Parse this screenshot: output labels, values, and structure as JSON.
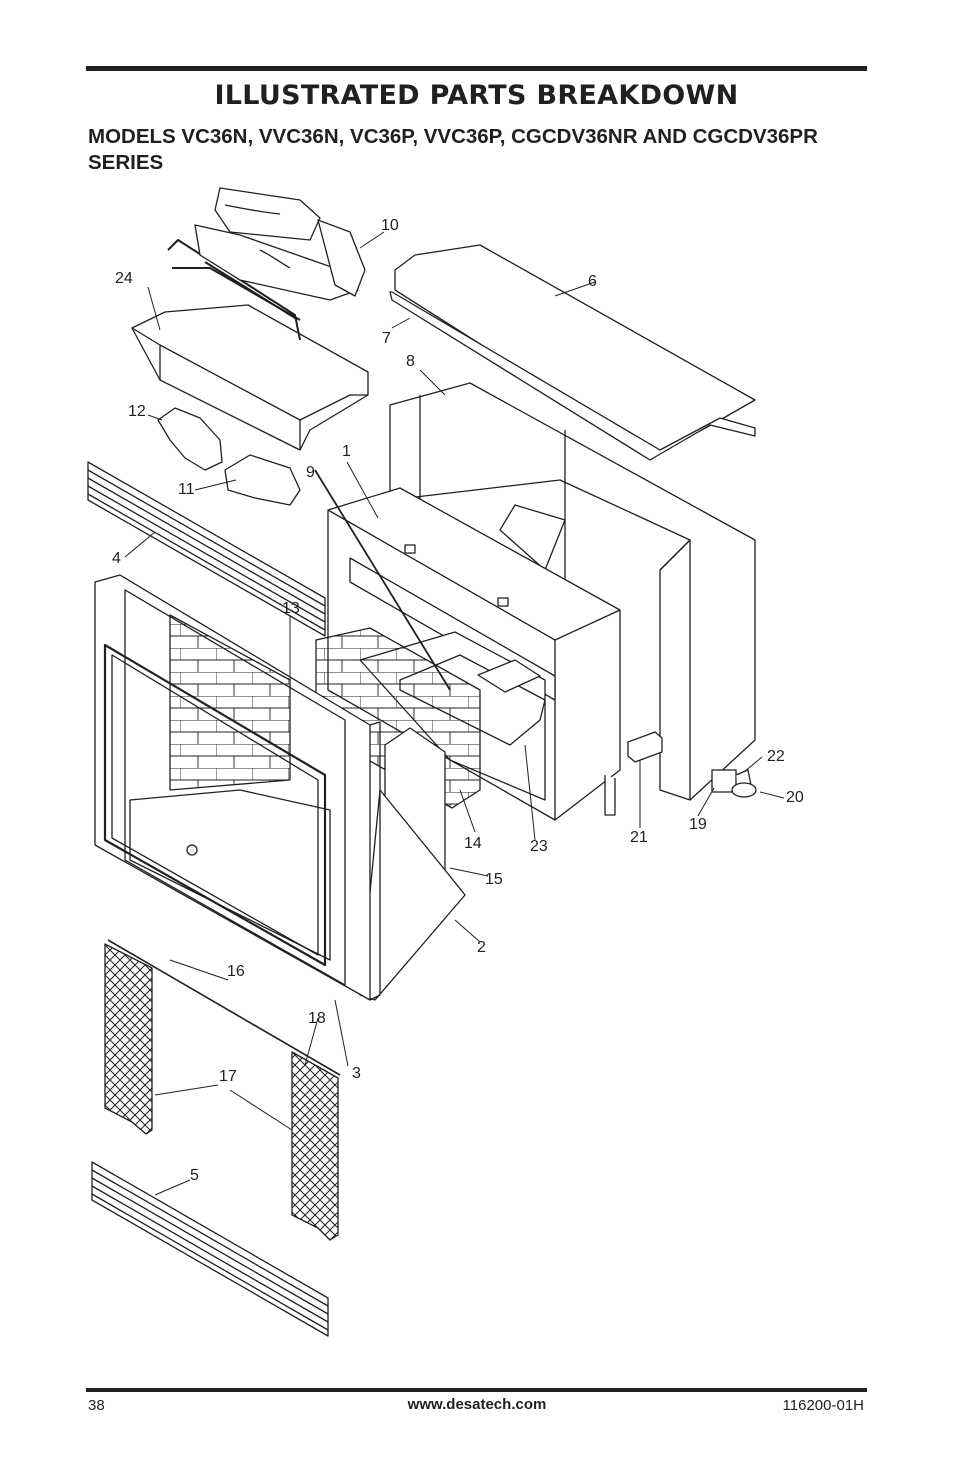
{
  "header": {
    "title": "ILLUSTRATED PARTS BREAKDOWN",
    "subtitle": "MODELS VC36N, VVC36N, VC36P, VVC36P, CGCDV36NR AND CGCDV36PR SERIES"
  },
  "callouts": [
    "1",
    "2",
    "3",
    "4",
    "5",
    "6",
    "7",
    "8",
    "9",
    "10",
    "11",
    "12",
    "13",
    "14",
    "15",
    "16",
    "17",
    "18",
    "19",
    "20",
    "21",
    "22",
    "23",
    "24"
  ],
  "footer": {
    "page_number": "38",
    "website": "www.desatech.com",
    "doc_number": "116200-01H"
  }
}
